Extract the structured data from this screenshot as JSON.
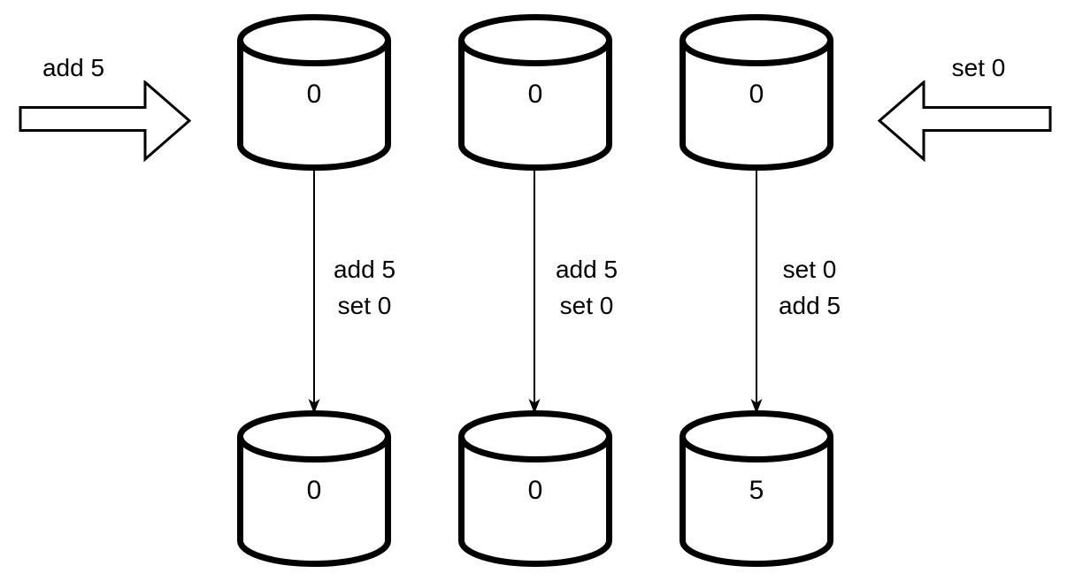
{
  "colors": {
    "background": "#ffffff",
    "stroke": "#000000",
    "fill": "#ffffff"
  },
  "inputs": {
    "left_operation": "add 5",
    "right_operation": "set 0"
  },
  "replicas": {
    "initial_values": [
      "0",
      "0",
      "0"
    ],
    "final_values": [
      "0",
      "0",
      "5"
    ]
  },
  "transitions": [
    {
      "line1": "add 5",
      "line2": "set 0"
    },
    {
      "line1": "add 5",
      "line2": "set 0"
    },
    {
      "line1": "set 0",
      "line2": "add 5"
    }
  ]
}
